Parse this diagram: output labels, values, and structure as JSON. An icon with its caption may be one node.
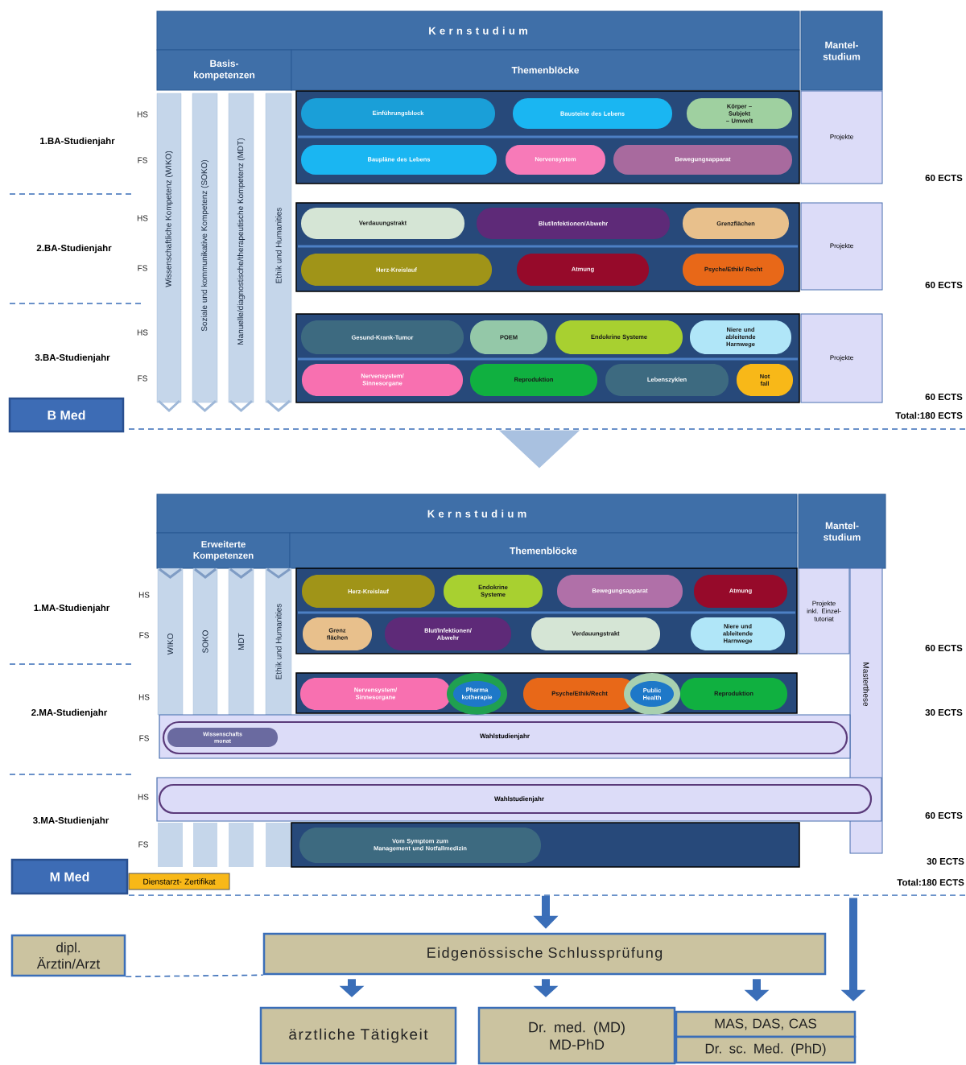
{
  "diagram": {
    "nodes": [
      {
        "text": [
          "K e r n s t u d i u m"
        ]
      },
      {
        "text": [
          "Mantel- studium"
        ]
      },
      {
        "text": [
          "Basis- kompetenzen"
        ]
      },
      {
        "text": [
          "Themenblöcke"
        ]
      },
      {
        "text": [
          "Wissenschaftliche Kompetenz (WIKO)"
        ]
      },
      {
        "text": [
          "Soziale und kommunikative Kompetenz (SOKO)"
        ]
      },
      {
        "text": [
          "Manuelle/diagnostische/therapeutische Kompetenz (MDT)"
        ]
      },
      {
        "text": [
          "Ethik und Humanities"
        ]
      },
      {
        "text": [],
        "shape": "box"
      },
      {
        "text": [
          "Einführungsblock"
        ],
        "in": 8
      },
      {
        "text": [
          "Bausteine des Lebens"
        ],
        "in": 8
      },
      {
        "text": [
          "Körper – Subjekt – Umwelt"
        ],
        "in": 8
      },
      {
        "text": [
          "Baupläne des Lebens"
        ],
        "in": 8
      },
      {
        "text": [
          "Nervensystem"
        ],
        "in": 8
      },
      {
        "text": [
          "Bewegungsapparat"
        ],
        "in": 8
      },
      {
        "text": [
          "Projekte"
        ]
      },
      {
        "text": [],
        "shape": "box"
      },
      {
        "text": [
          "Verdauungstrakt"
        ],
        "in": 16
      },
      {
        "text": [
          "Blut/Infektionen/Abwehr"
        ],
        "in": 16
      },
      {
        "text": [
          "Grenzflächen"
        ],
        "in": 16
      },
      {
        "text": [
          "Herz-Kreislauf"
        ],
        "in": 16
      },
      {
        "text": [
          "Atmung"
        ],
        "in": 16
      },
      {
        "text": [
          "Psyche/Ethik/ Recht"
        ],
        "in": 16
      },
      {
        "text": [
          "Projekte"
        ]
      },
      {
        "text": [],
        "shape": "box"
      },
      {
        "text": [
          "Gesund-Krank-Tumor"
        ],
        "in": 24
      },
      {
        "text": [
          "POEM"
        ],
        "in": 24
      },
      {
        "text": [
          "Endokrine Systeme"
        ],
        "in": 24
      },
      {
        "text": [
          "Niere und ableitende Harnwege"
        ],
        "in": 24
      },
      {
        "text": [
          "Nervensystem/ Sinnesorgane"
        ],
        "in": 24
      },
      {
        "text": [
          "Reproduktion"
        ],
        "in": 24
      },
      {
        "text": [
          "Lebenszyklen"
        ],
        "in": 24
      },
      {
        "text": [
          "Not fall"
        ],
        "in": 24
      },
      {
        "text": [
          "Projekte"
        ]
      },
      {
        "text": [
          "B Med"
        ]
      },
      {
        "text": [
          "K e r n s t u d i u m"
        ]
      },
      {
        "text": [
          "Mantel- studium"
        ]
      },
      {
        "text": [
          "Erweiterte Kompetenzen"
        ]
      },
      {
        "text": [
          "Themenblöcke"
        ]
      },
      {
        "text": [
          "WIKO"
        ]
      },
      {
        "text": [
          "SOKO"
        ]
      },
      {
        "text": [
          "MDT"
        ]
      },
      {
        "text": [
          "Ethik und Humanities"
        ]
      },
      {
        "text": [],
        "shape": "box"
      },
      {
        "text": [
          "Herz-Kreislauf"
        ],
        "in": 43
      },
      {
        "text": [
          "Endokrine Systeme"
        ],
        "in": 43
      },
      {
        "text": [
          "Bewegungsapparat"
        ],
        "in": 43
      },
      {
        "text": [
          "Atmung"
        ],
        "in": 43
      },
      {
        "text": [
          "Grenz flächen"
        ],
        "in": 43
      },
      {
        "text": [
          "Blut/Infektionen/ Abwehr"
        ],
        "in": 43
      },
      {
        "text": [
          "Verdauungstrakt"
        ],
        "in": 43
      },
      {
        "text": [
          "Niere und ableitende Harnwege"
        ],
        "in": 43
      },
      {
        "text": [
          "Projekte inkl. Einzel- tutoriat"
        ]
      },
      {
        "text": [
          "Masterthese"
        ]
      },
      {
        "text": [],
        "shape": "box"
      },
      {
        "text": [
          "Nervensystem/ Sinnesorgane"
        ],
        "in": 54
      },
      {
        "text": [
          "Pharma kotherapie"
        ],
        "in": 54
      },
      {
        "text": [
          "Psyche/Ethik/Recht"
        ],
        "in": 54
      },
      {
        "text": [
          "Public Health"
        ],
        "in": 54
      },
      {
        "text": [
          "Reproduktion"
        ],
        "in": 54
      },
      {
        "text": [
          "Wahlstudienjahr"
        ]
      },
      {
        "text": [
          "Wissenschafts monat"
        ],
        "in": 60
      },
      {
        "text": [
          "Wahlstudienjahr"
        ]
      },
      {
        "text": [],
        "shape": "box"
      },
      {
        "text": [
          "Vom Symptom zum Management und Notfallmedizin"
        ],
        "in": 63
      },
      {
        "text": [
          "M Med"
        ]
      },
      {
        "text": [
          "Dienstarzt- Zertifikat"
        ]
      },
      {
        "text": [
          "dipl. Ärztin/Arzt"
        ]
      },
      {
        "text": [
          "Eidgenössische Schlussprüfung"
        ]
      },
      {
        "text": [
          "ärztliche Tätigkeit"
        ]
      },
      {
        "text": [
          "Dr. med. (MD) MD-PhD"
        ]
      },
      {
        "text": [
          "MAS, DAS, CAS"
        ]
      },
      {
        "text": [
          "Dr. sc. Med. (PhD)"
        ]
      }
    ],
    "edges": [
      {
        "from": 24,
        "to": 35,
        "arrow": "to",
        "color": "#a9c1e0"
      },
      {
        "from": 63,
        "to": 68,
        "arrow": "to"
      },
      {
        "from": 68,
        "to": 69,
        "arrow": "to"
      },
      {
        "from": 68,
        "to": 70,
        "arrow": "to"
      },
      {
        "from": 68,
        "to": 71,
        "arrow": "to"
      },
      {
        "from": 53,
        "to": 71,
        "arrow": "to"
      },
      {
        "from": 67,
        "to": 68,
        "arrow": "none",
        "style": "dashed"
      }
    ],
    "labels": [
      "HS",
      "1.BA-Studienjahr",
      "FS",
      "60 ECTS",
      "HS",
      "2.BA-Studienjahr",
      "FS",
      "60 ECTS",
      "HS",
      "3.BA-Studienjahr",
      "FS",
      "60 ECTS",
      "Total:180 ECTS",
      "HS",
      "1.MA-Studienjahr",
      "FS",
      "60 ECTS",
      "HS",
      "2.MA-Studienjahr",
      "30 ECTS",
      "FS",
      "HS",
      "3.MA-Studienjahr",
      "60 ECTS",
      "FS",
      "30 ECTS",
      "Total:180 ECTS"
    ]
  }
}
